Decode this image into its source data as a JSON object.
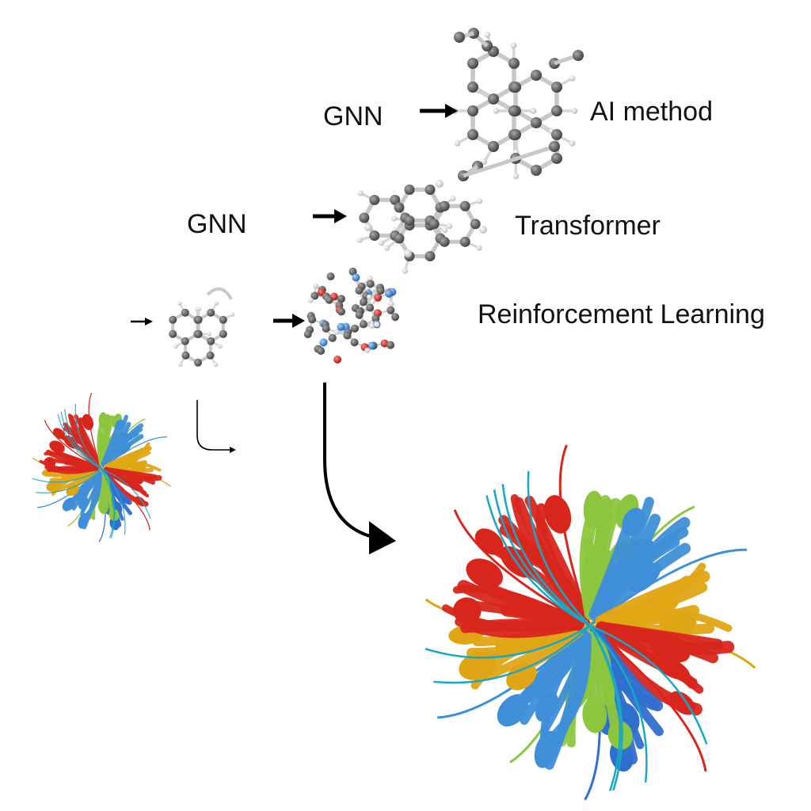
{
  "labels": {
    "gnn_top": "GNN",
    "ai_method": "AI method",
    "gnn_mid": "GNN",
    "transformer": "Transformer",
    "reinforcement_learning": "Reinforcement Learning"
  },
  "colors": {
    "carbon": "#5a5a5a",
    "hydrogen": "#e6e6e6",
    "oxygen": "#d42020",
    "nitrogen": "#3a8fd8",
    "bond": "#bdbdbd",
    "protein_red": "#d8261c",
    "protein_blue": "#2f6fd0",
    "protein_lightblue": "#3f8fd8",
    "protein_green": "#8cc63f",
    "protein_yellow": "#e0a514",
    "protein_cyan": "#1aa7c4",
    "arrow": "#000000"
  }
}
